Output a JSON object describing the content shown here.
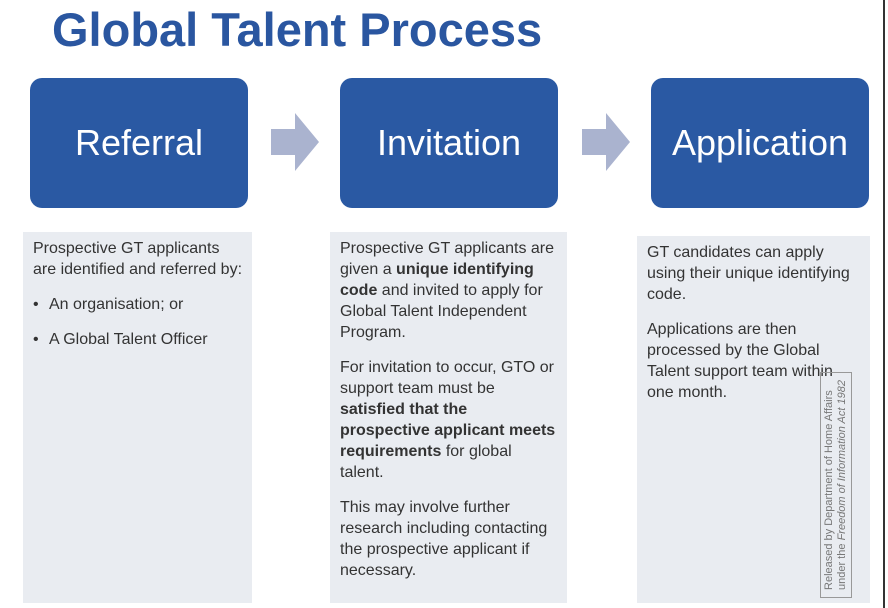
{
  "title": "Global Talent Process",
  "stages": [
    {
      "label": "Referral"
    },
    {
      "label": "Invitation"
    },
    {
      "label": "Application"
    }
  ],
  "arrow_color": "#aab3cf",
  "referral": {
    "intro": "Prospective GT applicants are identified and referred by:",
    "bullets": [
      "An organisation; or",
      "A Global Talent Officer"
    ]
  },
  "invitation": {
    "p1a": "Prospective GT applicants are given a ",
    "p1b": "unique identifying code",
    "p1c": " and invited to apply for Global Talent Independent Program.",
    "p2a": "For invitation to occur, GTO or support team must be ",
    "p2b": "satisfied that the prospective applicant meets requirements",
    "p2c": " for global talent.",
    "p3": "This may involve further research including contacting the prospective applicant if necessary."
  },
  "application": {
    "p1": "GT candidates can apply using their unique identifying code.",
    "p2": "Applications are then processed by the Global Talent support team within one month."
  },
  "stamp": {
    "line1": "Released by Department of Home Affairs",
    "line2a": "under the ",
    "line2b": "Freedom of Information Act 1982"
  }
}
